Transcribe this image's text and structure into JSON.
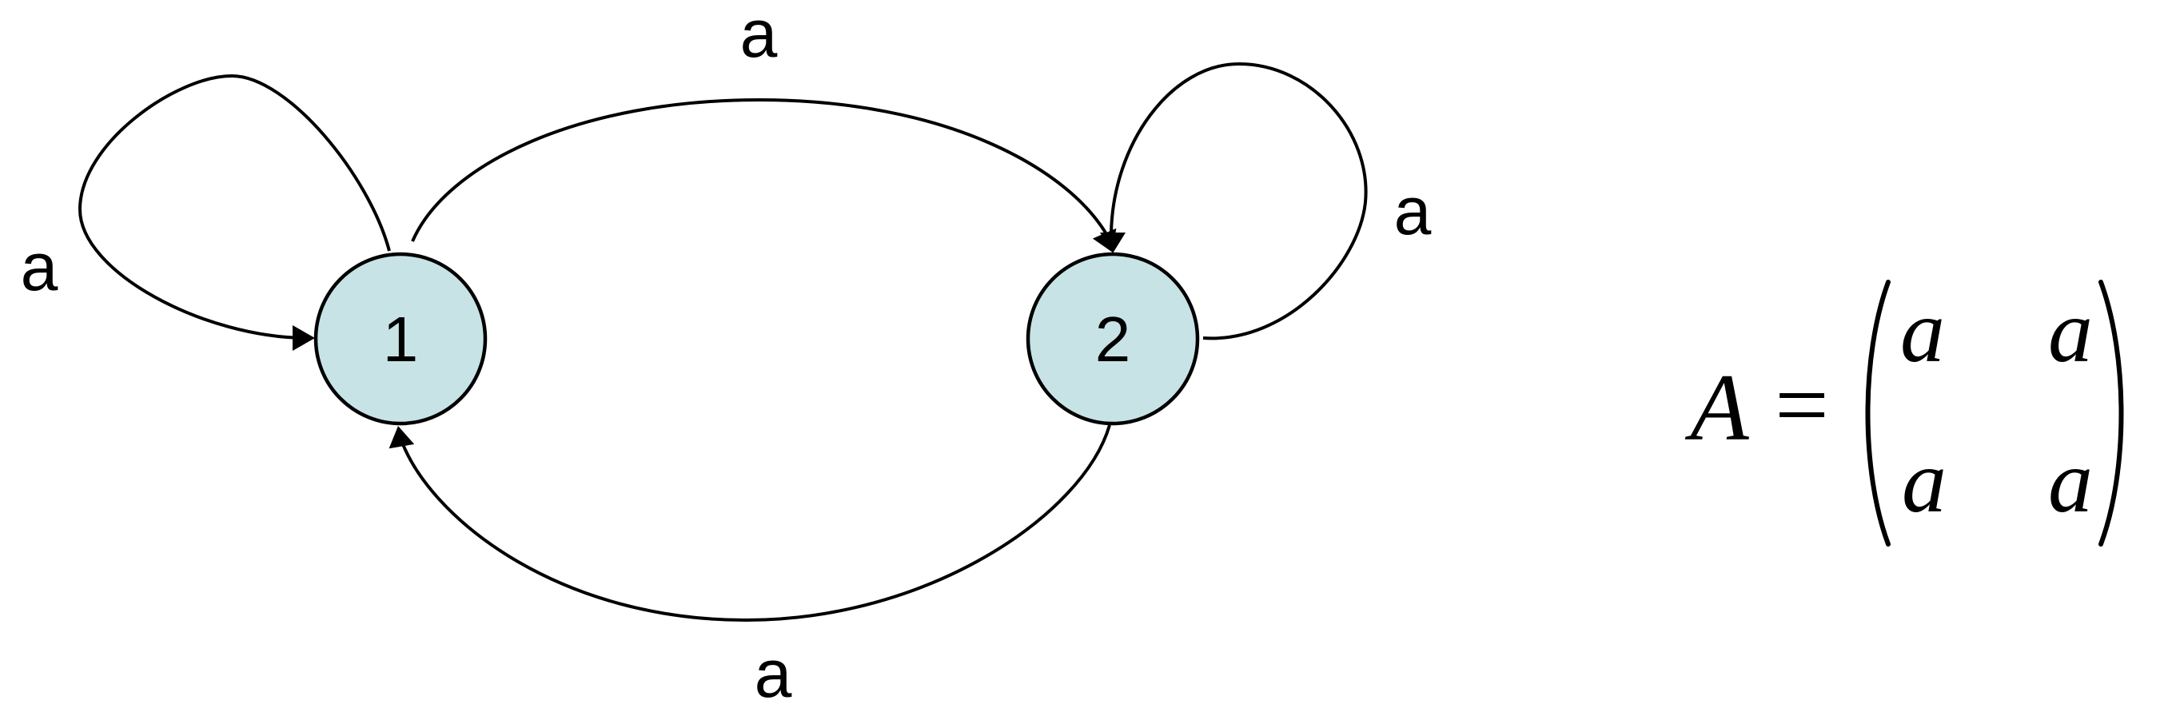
{
  "diagram": {
    "type": "finite-automaton-state-diagram",
    "states": [
      {
        "id": "1",
        "label": "1"
      },
      {
        "id": "2",
        "label": "2"
      }
    ],
    "transitions": [
      {
        "from": "1",
        "to": "1",
        "label": "a"
      },
      {
        "from": "1",
        "to": "2",
        "label": "a"
      },
      {
        "from": "2",
        "to": "2",
        "label": "a"
      },
      {
        "from": "2",
        "to": "1",
        "label": "a"
      }
    ],
    "colors": {
      "state_fill": "#C7E3E5",
      "line": "#000000"
    }
  },
  "equation": {
    "lhs": "A",
    "equals": "=",
    "matrix": {
      "rows": [
        [
          "a",
          "a"
        ],
        [
          "a",
          "a"
        ]
      ]
    }
  }
}
